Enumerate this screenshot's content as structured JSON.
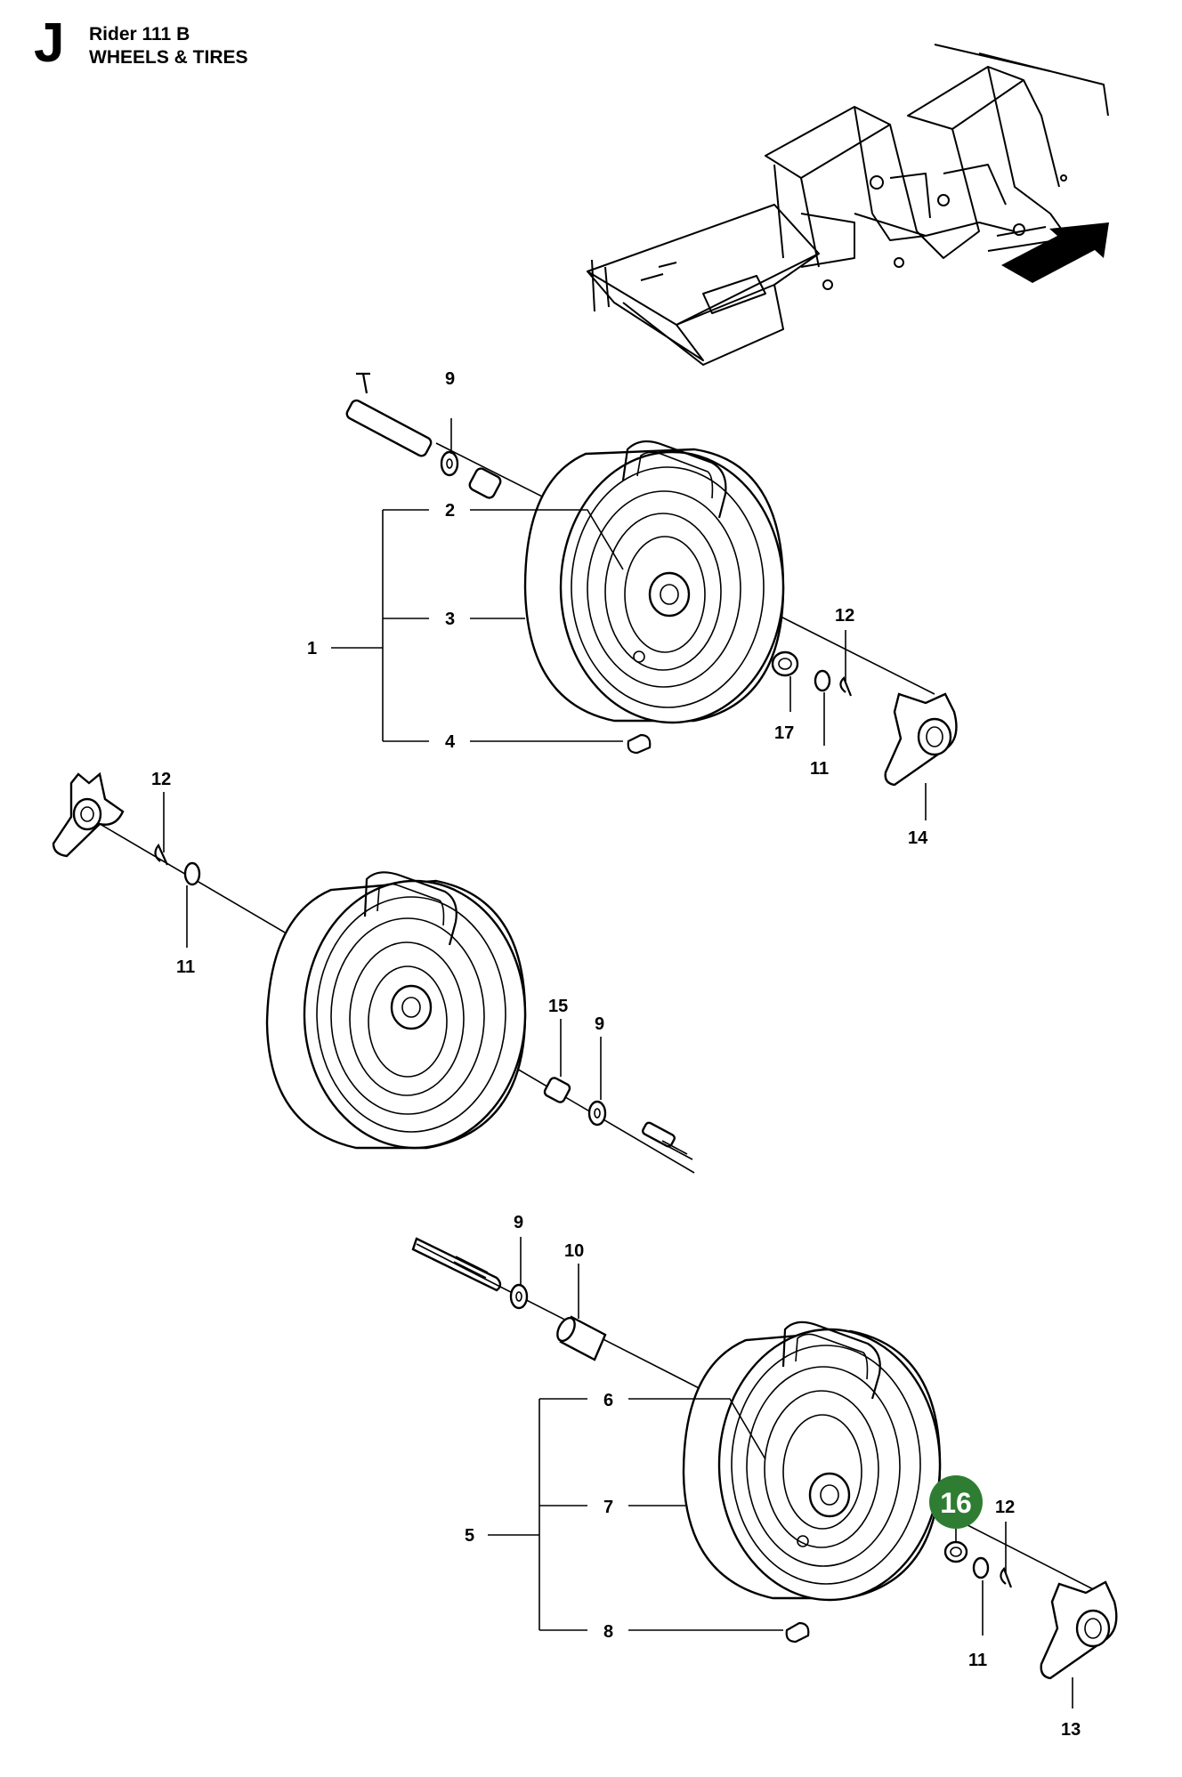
{
  "header": {
    "section_letter": "J",
    "model": "Rider 111 B",
    "section_title": "WHEELS & TIRES"
  },
  "callouts": {
    "c1": "1",
    "c2": "2",
    "c3": "3",
    "c4": "4",
    "c5": "5",
    "c6": "6",
    "c7": "7",
    "c8": "8",
    "c9a": "9",
    "c9b": "9",
    "c9c": "9",
    "c10": "10",
    "c11a": "11",
    "c11b": "11",
    "c11c": "11",
    "c12a": "12",
    "c12b": "12",
    "c12c": "12",
    "c13": "13",
    "c14": "14",
    "c15": "15",
    "c17": "17"
  },
  "highlight": {
    "label": "16",
    "color": "#2e7d32"
  },
  "direction_arrow": {
    "icon": "arrow-front-icon",
    "color": "#000000"
  }
}
